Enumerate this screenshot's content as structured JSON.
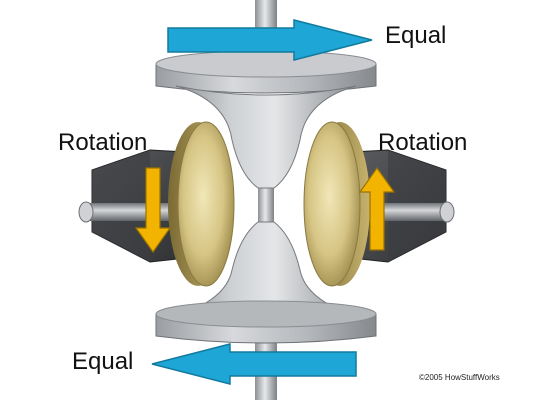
{
  "labels": {
    "equal_top": "Equal",
    "equal_bottom": "Equal",
    "rotation_left": "Rotation",
    "rotation_right": "Rotation"
  },
  "copyright": "©2005 HowStuffWorks",
  "colors": {
    "flow_arrow": "#1ea7d6",
    "rotation_arrow": "#f2b400",
    "roller_disc": "#d8c98a",
    "metal": "#b9bcbf",
    "bracket": "#4a4a4a"
  }
}
